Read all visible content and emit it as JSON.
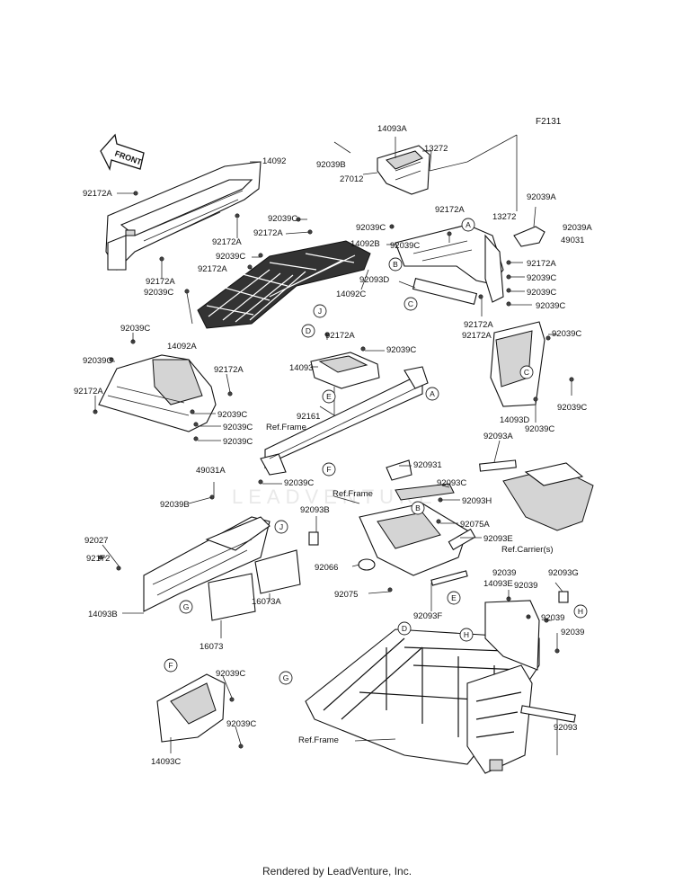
{
  "diagram_code": "F2131",
  "front_arrow_label": "FRONT",
  "watermark": "LEADVENTURE",
  "footer": "Rendered by LeadVenture, Inc.",
  "part_labels": [
    "14092",
    "92172A",
    "92172A",
    "92172A",
    "92039C",
    "14093A",
    "13272",
    "92039B",
    "27012",
    "92039A",
    "13272",
    "92039A",
    "49031",
    "92039C",
    "92172A",
    "92039C",
    "92172A",
    "92039C",
    "92172A",
    "14092C",
    "92039C",
    "92172A",
    "14092B",
    "92093D",
    "92172A",
    "92039C",
    "92039C",
    "92039C",
    "92172A",
    "92039C",
    "92039C",
    "14092A",
    "92172A",
    "92172A",
    "92039C",
    "92039C",
    "92039C",
    "92172A",
    "92039C",
    "14093",
    "92161",
    "92039C",
    "92039C",
    "14093D",
    "92039C",
    "92093A",
    "920931",
    "92093C",
    "92093H",
    "92075A",
    "92093E",
    "49031A",
    "92039B",
    "92039C",
    "92093B",
    "92027",
    "92172",
    "14093B",
    "16073A",
    "16073",
    "92066",
    "92075",
    "92093F",
    "14093E",
    "92039",
    "92039",
    "92093G",
    "92039",
    "92039",
    "92039C",
    "92039C",
    "14093C",
    "92093"
  ],
  "ref_labels": [
    "Ref.Frame",
    "Ref.Frame",
    "Ref.Carrier(s)",
    "Ref.Frame"
  ],
  "callouts": [
    "A",
    "B",
    "C",
    "D",
    "J",
    "E",
    "A",
    "C",
    "F",
    "J",
    "B",
    "G",
    "E",
    "D",
    "H",
    "H",
    "G",
    "F"
  ]
}
